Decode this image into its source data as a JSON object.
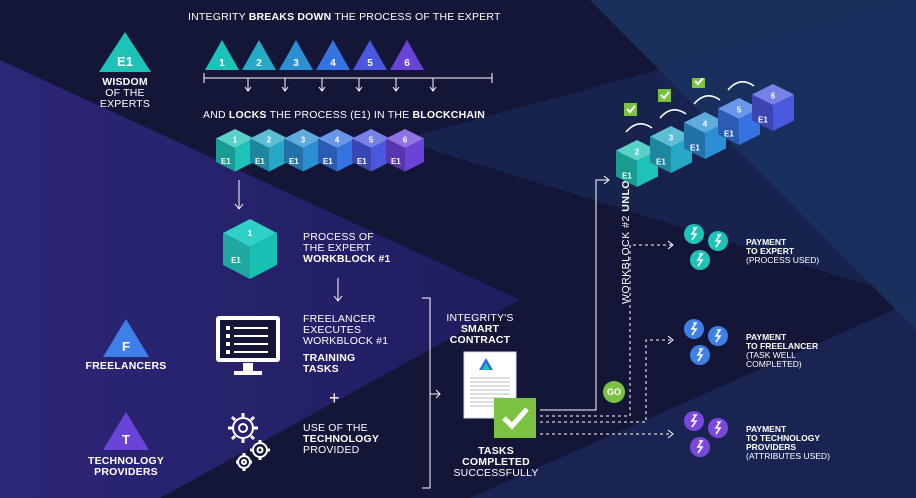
{
  "roles": {
    "expert": {
      "badge": "E1",
      "lines": [
        "WISDOM",
        "OF THE",
        "EXPERTS"
      ],
      "color": "#1ec3b7"
    },
    "freelancer": {
      "badge": "F",
      "label": "FREELANCERS",
      "color": "#3f7fe8"
    },
    "tech": {
      "badge": "T",
      "label_lines": [
        "TECHNOLOGY",
        "PROVIDERS"
      ],
      "color": "#6a44d9"
    }
  },
  "header1": {
    "pre": "INTEGRITY ",
    "bold": "BREAKS DOWN",
    "post": " THE PROCESS OF THE EXPERT"
  },
  "header2": {
    "pre": "AND ",
    "bold1": "LOCKS",
    "mid": " THE PROCESS (E1) IN THE ",
    "bold2": "BLOCKCHAIN"
  },
  "triangles": [
    "1",
    "2",
    "3",
    "4",
    "5",
    "6"
  ],
  "chain_blocks": [
    "1",
    "2",
    "3",
    "4",
    "5",
    "6"
  ],
  "block_tag": "E1",
  "workblock": {
    "number": "1",
    "tag": "E1",
    "line1": "PROCESS OF",
    "line2": "THE EXPERT",
    "line3": "WORKBLOCK #1"
  },
  "freelancer_step": {
    "line1": "FREELANCER",
    "line2": "EXECUTES",
    "line3": "WORKBLOCK #1",
    "line4": "TRAINING",
    "line5": "TASKS"
  },
  "plus": "+",
  "tech_step": {
    "line1": "USE OF THE",
    "line2": "TECHNOLOGY",
    "line3": "PROVIDED"
  },
  "contract": {
    "line1": "INTEGRITY'S",
    "line2": "SMART",
    "line3": "CONTRACT"
  },
  "tasks": {
    "line1": "TASKS",
    "line2": "COMPLETED",
    "line3": "SUCCESSFULLY"
  },
  "unlocked": {
    "pre": "WORKBLOCK #2 ",
    "bold": "UNLOCKED",
    "badge": "GO"
  },
  "unlocked_blocks": [
    "2",
    "3",
    "4",
    "5",
    "6"
  ],
  "payments": [
    {
      "title1": "PAYMENT",
      "title2": "TO EXPERT",
      "detail": [
        "(PROCESS USED)"
      ],
      "color": "#1ec3b7"
    },
    {
      "title1": "PAYMENT",
      "title2": "TO FREELANCER",
      "detail": [
        "(TASK WELL",
        "COMPLETED)"
      ],
      "color": "#3f7fe8"
    },
    {
      "title1": "PAYMENT",
      "title2": "TO TECHNOLOGY",
      "title3": "PROVIDERS",
      "detail": [
        "(ATTRIBUTES USED)"
      ],
      "color": "#7b48dd"
    }
  ],
  "colors": {
    "bg": "#141638",
    "triangle_purple": "#2a2472",
    "triangle_blue": "#1a3e66",
    "block_gradient": [
      "#1ec3b7",
      "#25a9c7",
      "#2a8fd3",
      "#3573e0",
      "#4a58df",
      "#6a44d9"
    ],
    "check_green": "#7cc242"
  }
}
